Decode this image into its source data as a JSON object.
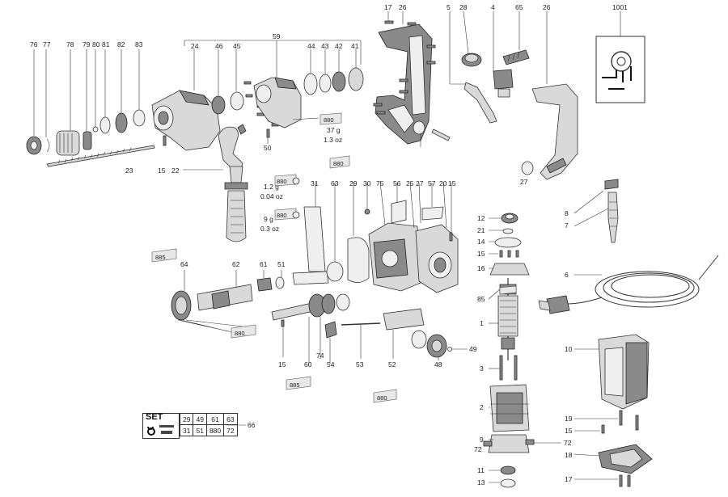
{
  "labels": {
    "l76": "76",
    "l77": "77",
    "l78": "78",
    "l79": "79",
    "l80": "80",
    "l81": "81",
    "l82": "82",
    "l83": "83",
    "l24": "24",
    "l46": "46",
    "l45": "45",
    "l59": "59",
    "l44": "44",
    "l43": "43",
    "l42": "42",
    "l41": "41",
    "l17a": "17",
    "l26a": "26",
    "l5": "5",
    "l28": "28",
    "l4": "4",
    "l65": "65",
    "l26b": "26",
    "l1001": "1001",
    "l23": "23",
    "l15a": "15",
    "l22": "22",
    "l50": "50",
    "l31": "31",
    "l63": "63",
    "l29": "29",
    "l30": "30",
    "l75": "75",
    "l56": "56",
    "l25": "25",
    "l57": "57",
    "l20": "20",
    "l15b": "15",
    "l27a": "27",
    "l27b": "27",
    "l8": "8",
    "l7": "7",
    "l64": "64",
    "l62": "62",
    "l61": "61",
    "l51": "51",
    "l12": "12",
    "l21": "21",
    "l14": "14",
    "l15c": "15",
    "l16": "16",
    "l6": "6",
    "l85": "85",
    "l1": "1",
    "l49": "49",
    "l48": "48",
    "l52": "52",
    "l53": "53",
    "l15d": "15",
    "l60": "60",
    "l74": "74",
    "l54": "54",
    "l10": "10",
    "l3": "3",
    "l2": "2",
    "l66": "66",
    "l19": "19",
    "l15e": "15",
    "l9": "9",
    "l72a": "72",
    "l72b": "72",
    "l18": "18",
    "l11": "11",
    "l13": "13",
    "l17b": "17"
  },
  "grease": {
    "g1": "880",
    "g2": "880",
    "g3": "880",
    "g4": "880",
    "g5": "880",
    "g6": "885",
    "g7": "880",
    "g8": "885",
    "g9": "880"
  },
  "notes": {
    "n1a": "37 g",
    "n1b": "1.3 oz",
    "n2a": "1.2 g",
    "n2b": "0.04 oz",
    "n3a": "9 g",
    "n3b": "0.3 oz"
  },
  "set": {
    "word": "SET",
    "row1": [
      "29",
      "49",
      "61",
      "63"
    ],
    "row2": [
      "31",
      "51",
      "880",
      "72"
    ]
  }
}
